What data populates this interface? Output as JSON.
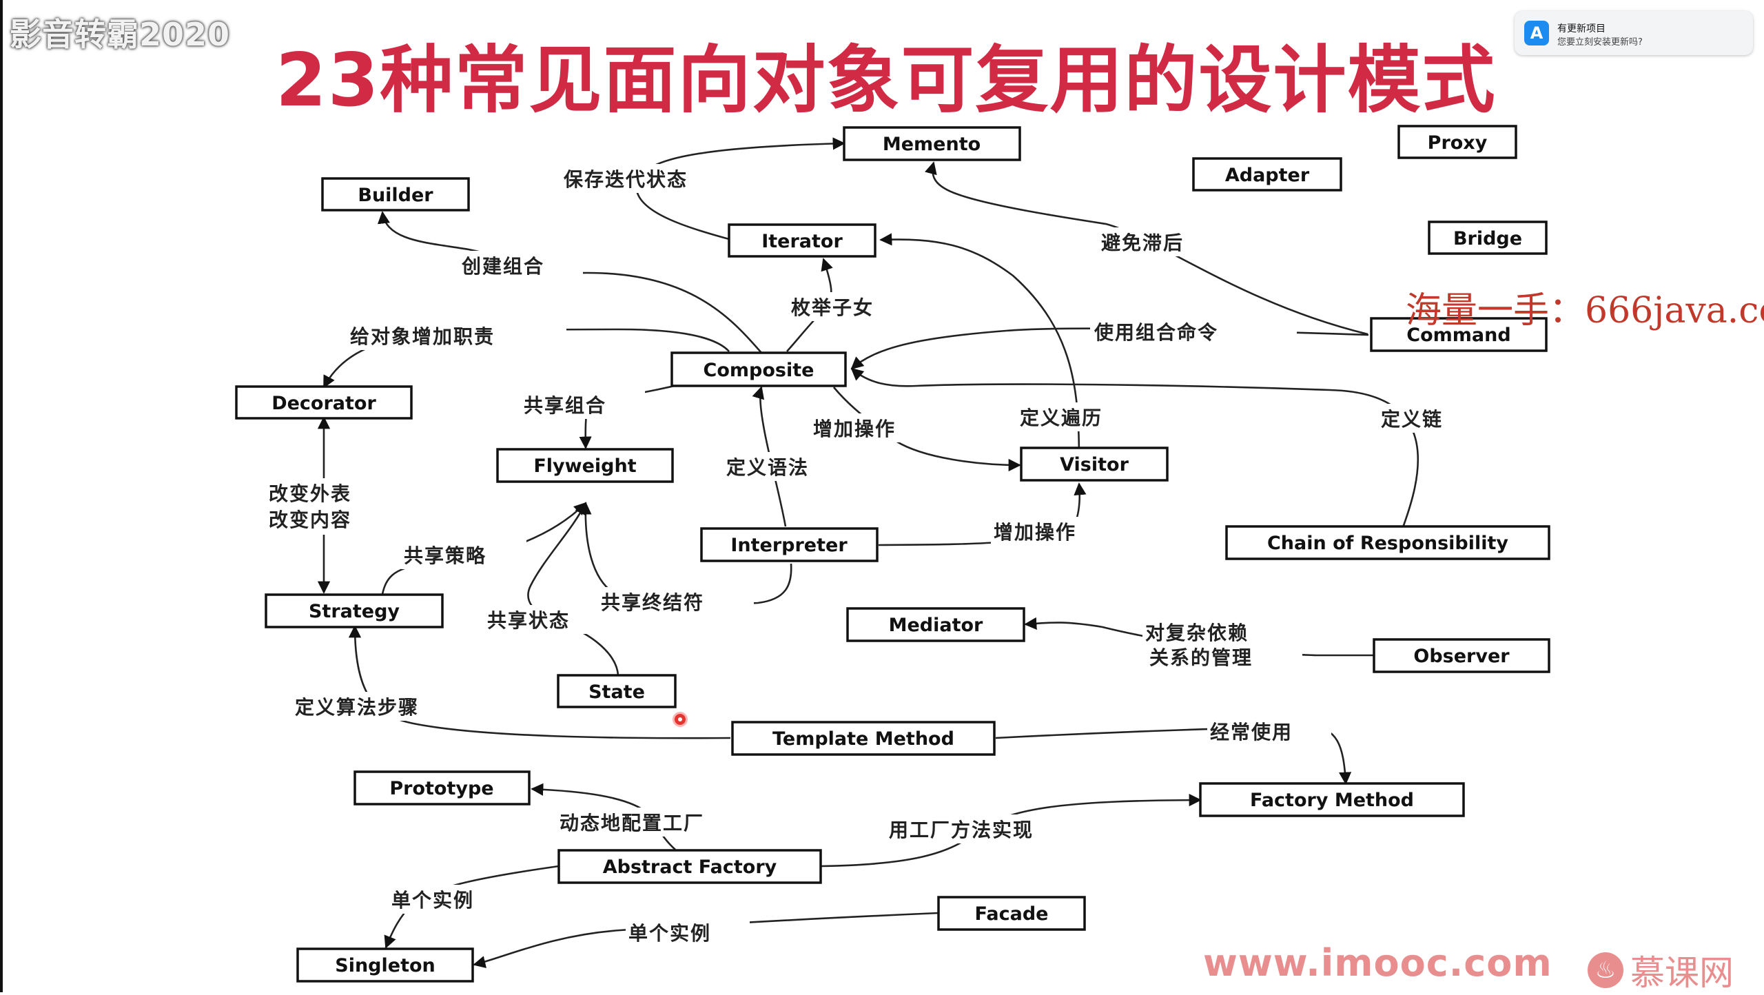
{
  "overlay": {
    "watermark": "影音转霸2020",
    "title": "23种常见面向对象可复用的设计模式",
    "notification": {
      "icon": "app-store-icon",
      "title": "有更新项目",
      "body": "您要立刻安装更新吗?"
    },
    "ad_text": "海量一手：666java.co",
    "imooc_url": "www.imooc.com",
    "imooc_name": "慕课网",
    "imooc_icon": "flame-logo-icon",
    "accent_color": "#d02a45"
  },
  "nodes": {
    "memento": "Memento",
    "proxy": "Proxy",
    "builder": "Builder",
    "adapter": "Adapter",
    "iterator": "Iterator",
    "bridge": "Bridge",
    "command": "Command",
    "composite": "Composite",
    "decorator": "Decorator",
    "flyweight": "Flyweight",
    "visitor": "Visitor",
    "interpreter": "Interpreter",
    "chain": "Chain of Responsibility",
    "strategy": "Strategy",
    "mediator": "Mediator",
    "observer": "Observer",
    "state": "State",
    "template": "Template Method",
    "prototype": "Prototype",
    "factory_method": "Factory Method",
    "abstract_factory": "Abstract Factory",
    "facade": "Facade",
    "singleton": "Singleton"
  },
  "labels": {
    "save_iter_state": "保存迭代状态",
    "avoid_lag": "避免滞后",
    "create_composite": "创建组合",
    "enum_children": "枚举子女",
    "add_responsibility": "给对象增加职责",
    "use_composite_cmd": "使用组合命令",
    "share_composite": "共享组合",
    "add_operation_1": "增加操作",
    "define_traversal": "定义遍历",
    "define_chain": "定义链",
    "define_grammar": "定义语法",
    "change_skin": "改变外表",
    "change_guts": "改变内容",
    "share_strategy": "共享策略",
    "add_operation_2": "增加操作",
    "share_terminal": "共享终结符",
    "share_state": "共享状态",
    "complex_dep_1": "对复杂依赖",
    "complex_dep_2": "关系的管理",
    "define_algo_steps": "定义算法步骤",
    "often_use": "经常使用",
    "dyn_config_factory": "动态地配置工厂",
    "impl_factory_method": "用工厂方法实现",
    "single_instance_1": "单个实例",
    "single_instance_2": "单个实例"
  }
}
